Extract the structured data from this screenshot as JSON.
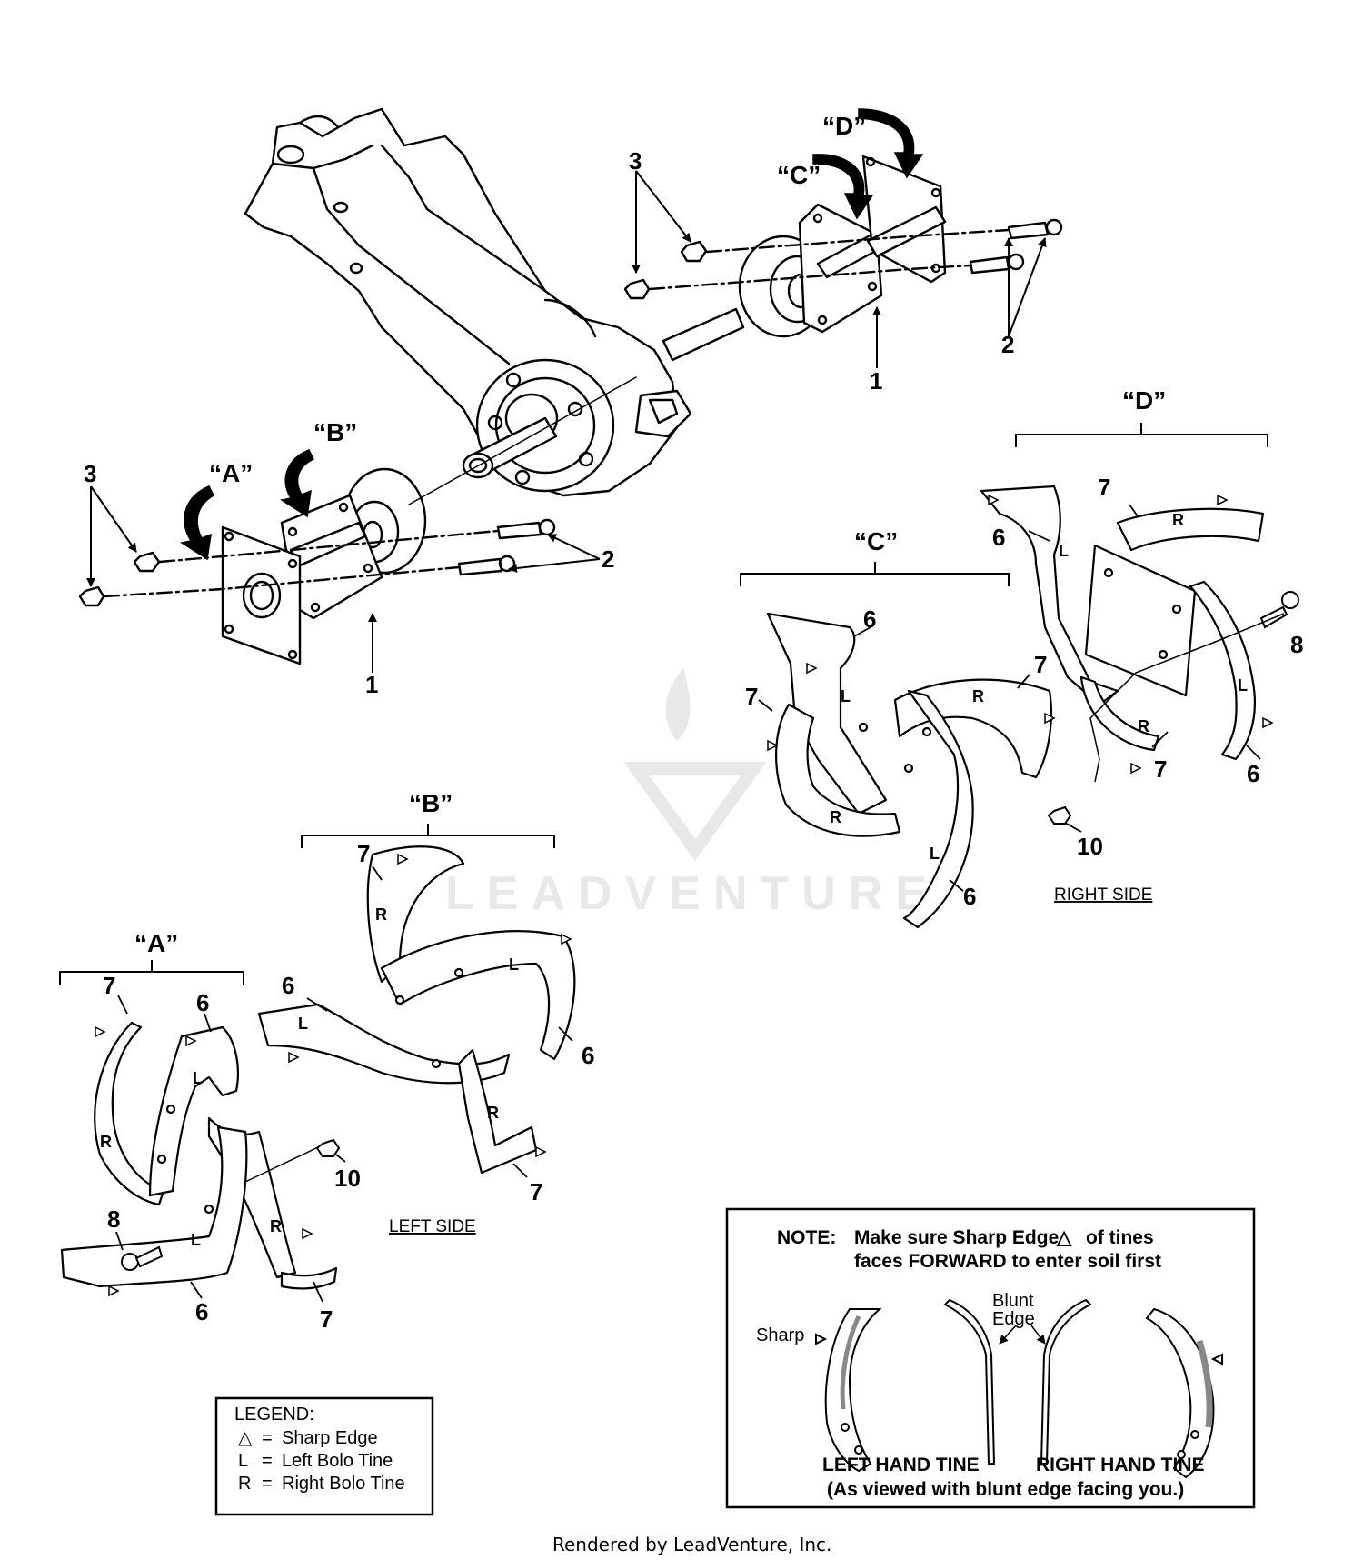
{
  "callouts": {
    "n1": "1",
    "n2": "2",
    "n3": "3",
    "n6": "6",
    "n7": "7",
    "n8": "8",
    "n10": "10"
  },
  "groups": {
    "a": "“A”",
    "b": "“B”",
    "c": "“C”",
    "d": "“D”"
  },
  "tine_letters": {
    "left": "L",
    "right": "R"
  },
  "sides": {
    "right": "RIGHT SIDE",
    "left": "LEFT SIDE"
  },
  "legend": {
    "title": "LEGEND:",
    "items": [
      {
        "symbol": "△",
        "eq": "=",
        "text": "Sharp Edge"
      },
      {
        "symbol": "L",
        "eq": "=",
        "text": "Left Bolo Tine"
      },
      {
        "symbol": "R",
        "eq": "=",
        "text": "Right Bolo Tine"
      }
    ]
  },
  "note": {
    "prefix": "NOTE:",
    "line1_a": "Make sure Sharp Edge",
    "symbol": "△",
    "line1_b": "of tines",
    "line2": "faces FORWARD to enter soil first",
    "sharp": "Sharp",
    "blunt_1": "Blunt",
    "blunt_2": "Edge",
    "left_hand": "LEFT HAND TINE",
    "right_hand": "RIGHT HAND TINE",
    "viewed": "(As viewed with blunt edge facing you.)"
  },
  "watermark": "LEADVENTURE",
  "credit": "Rendered by LeadVenture, Inc.",
  "colors": {
    "ink": "#000000",
    "paper": "#ffffff",
    "watermark": "#e6e6e6",
    "shade": "#dcdcdc"
  }
}
